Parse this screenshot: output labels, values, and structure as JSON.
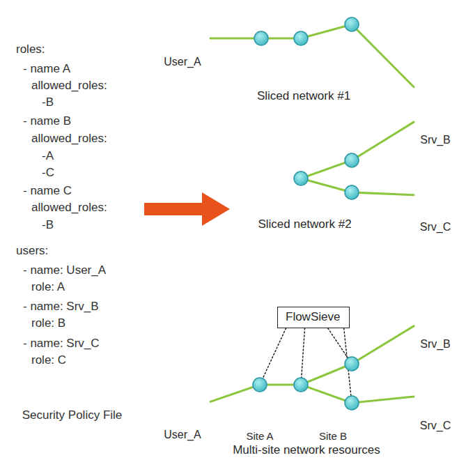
{
  "diagram": {
    "nodes": [
      {
        "text": [
          "roles:",
          "- name A",
          "allowed_roles:",
          "-B",
          "- name B",
          "allowed_roles:",
          "-A",
          "-C",
          "- name C",
          "allowed_roles:",
          "-B",
          "users:",
          "- name: User_A",
          "role: A",
          "- name: Srv_B",
          "role: B",
          "- name: Srv_C",
          "role: C",
          "Security Policy File"
        ]
      },
      {
        "text": [
          "User_A"
        ]
      },
      {
        "text": [
          "Sliced network #1"
        ]
      },
      {
        "text": [
          "Srv_B"
        ]
      },
      {
        "text": [
          "Sliced network #2"
        ]
      },
      {
        "text": [
          "Srv_C"
        ]
      },
      {
        "text": [
          "FlowSieve"
        ]
      },
      {
        "text": [
          "User_A"
        ]
      },
      {
        "text": [
          "Multi-site network resources"
        ]
      },
      {
        "text": [
          "Site A"
        ],
        "in": 8
      },
      {
        "text": [
          "Site B"
        ],
        "in": 8
      },
      {
        "text": [
          "Srv_B"
        ]
      },
      {
        "text": [
          "Srv_C"
        ]
      }
    ],
    "edges": [
      {
        "from": 1,
        "to": 2,
        "arrow": "none"
      },
      {
        "from": 2,
        "to": 3,
        "arrow": "none"
      },
      {
        "from": 0,
        "to": 4,
        "arrow": "to"
      },
      {
        "from": 4,
        "to": 3,
        "arrow": "none"
      },
      {
        "from": 4,
        "to": 5,
        "arrow": "none"
      },
      {
        "from": 7,
        "to": 9,
        "arrow": "none"
      },
      {
        "from": 10,
        "to": 11,
        "arrow": "none"
      },
      {
        "from": 10,
        "to": 12,
        "arrow": "none"
      },
      {
        "from": 6,
        "to": 9,
        "arrow": "none"
      },
      {
        "from": 6,
        "to": 10,
        "arrow": "none"
      },
      {
        "from": 6,
        "to": 10,
        "arrow": "none"
      },
      {
        "from": 6,
        "to": 10,
        "arrow": "none"
      },
      {
        "from": 9,
        "to": 10,
        "arrow": "none"
      }
    ]
  }
}
